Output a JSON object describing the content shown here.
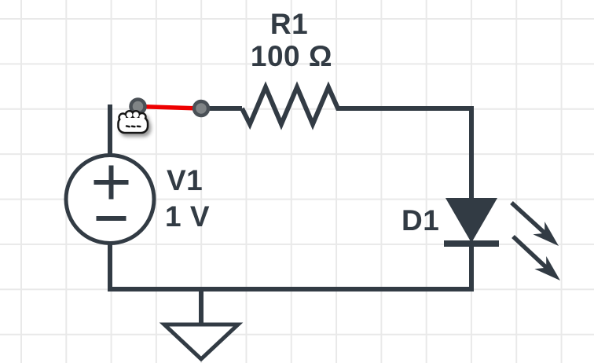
{
  "editor": {
    "surface": "schematic-canvas",
    "state": "dragging-wire-endpoint",
    "cursor": "grabbing-hand"
  },
  "colors": {
    "grid": "#e9e9e9",
    "wire": "#323b44",
    "wire_selected": "#ee0000",
    "node_fill": "#808486",
    "node_ring": "#4a5056",
    "text": "#323b44"
  },
  "components": {
    "voltage_source": {
      "type": "voltage-source",
      "designator": "V1",
      "value": "1 V"
    },
    "resistor": {
      "type": "resistor",
      "designator": "R1",
      "value": "100 Ω"
    },
    "led": {
      "type": "led",
      "designator": "D1"
    },
    "ground": {
      "type": "ground"
    }
  },
  "icons": {
    "cursor": "grabbing-hand-icon",
    "terminal": "wire-terminal-node"
  }
}
